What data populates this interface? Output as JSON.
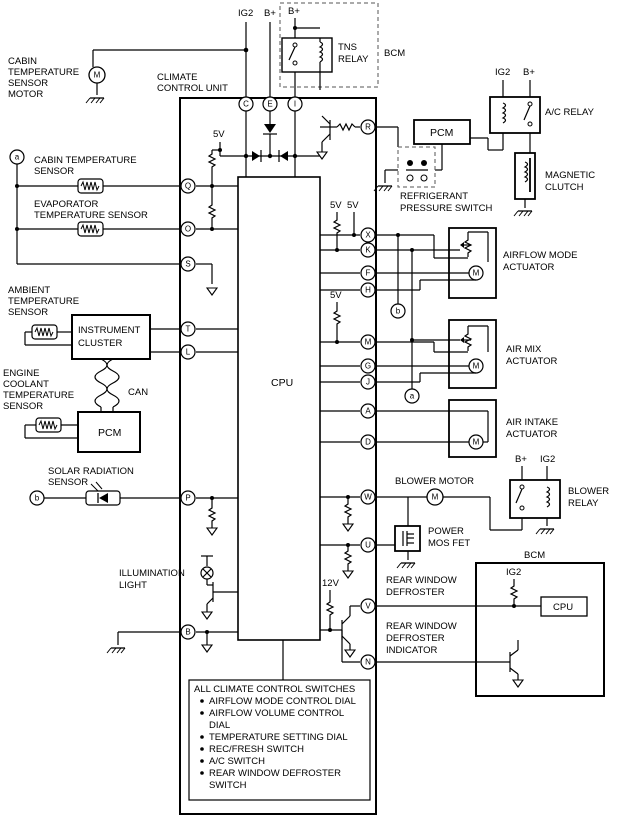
{
  "labels": {
    "ig2_top": "IG2",
    "bplus_top": "B+",
    "bplus_tns": "B+",
    "tns_relay": [
      "TNS",
      "RELAY"
    ],
    "bcm_top": "BCM",
    "cabin_motor": [
      "CABIN",
      "TEMPERATURE",
      "SENSOR",
      "MOTOR"
    ],
    "climate_unit": [
      "CLIMATE",
      "CONTROL UNIT"
    ],
    "v5_a": "5V",
    "cabin_sensor": [
      "CABIN TEMPERATURE",
      "SENSOR"
    ],
    "evap_sensor": [
      "EVAPORATOR",
      "TEMPERATURE SENSOR"
    ],
    "ambient_sensor": [
      "AMBIENT",
      "TEMPERATURE",
      "SENSOR"
    ],
    "instrument_cluster": [
      "INSTRUMENT",
      "CLUSTER"
    ],
    "engine_coolant": [
      "ENGINE",
      "COOLANT",
      "TEMPERATURE",
      "SENSOR"
    ],
    "can": "CAN",
    "pcm_left": "PCM",
    "solar_sensor": [
      "SOLAR RADIATION",
      "SENSOR"
    ],
    "illumination": [
      "ILLUMINATION",
      "LIGHT"
    ],
    "cpu": "CPU",
    "pcm_right": "PCM",
    "refrigerant": [
      "REFRIGERANT",
      "PRESSURE SWITCH"
    ],
    "ig2_ac": "IG2",
    "bplus_ac": "B+",
    "ac_relay": "A/C RELAY",
    "magnetic_clutch": [
      "MAGNETIC",
      "CLUTCH"
    ],
    "v5_b": "5V",
    "v5_c": "5V",
    "v5_d": "5V",
    "airflow_actuator": [
      "AIRFLOW MODE",
      "ACTUATOR"
    ],
    "airmix_actuator": [
      "AIR MIX",
      "ACTUATOR"
    ],
    "airintake_actuator": [
      "AIR INTAKE",
      "ACTUATOR"
    ],
    "blower_motor": "BLOWER MOTOR",
    "bplus_blower": "B+",
    "ig2_blower": "IG2",
    "blower_relay": [
      "BLOWER",
      "RELAY"
    ],
    "power_mos": [
      "POWER",
      "MOS FET"
    ],
    "bcm_bottom": "BCM",
    "ig2_bcm": "IG2",
    "cpu_bcm": "CPU",
    "v12": "12V",
    "rear_defroster": [
      "REAR WINDOW",
      "DEFROSTER"
    ],
    "rear_indicator": [
      "REAR WINDOW",
      "DEFROSTER",
      "INDICATOR"
    ],
    "motor_glyph": "M",
    "ref_a": "a",
    "ref_b": "b"
  },
  "pins": {
    "C": "C",
    "E": "E",
    "I": "I",
    "R": "R",
    "Q": "Q",
    "O": "O",
    "S": "S",
    "T": "T",
    "L": "L",
    "P": "P",
    "B": "B",
    "X": "X",
    "K": "K",
    "F": "F",
    "H": "H",
    "M": "M",
    "G": "G",
    "J": "J",
    "A": "A",
    "D": "D",
    "W": "W",
    "U": "U",
    "V": "V",
    "N": "N"
  },
  "switches": {
    "title": "ALL CLIMATE CONTROL SWITCHES",
    "items": [
      [
        "AIRFLOW MODE CONTROL DIAL"
      ],
      [
        "AIRFLOW VOLUME CONTROL",
        "DIAL"
      ],
      [
        "TEMPERATURE SETTING DIAL"
      ],
      [
        "REC/FRESH SWITCH"
      ],
      [
        "A/C SWITCH"
      ],
      [
        "REAR WINDOW DEFROSTER",
        "SWITCH"
      ]
    ]
  }
}
